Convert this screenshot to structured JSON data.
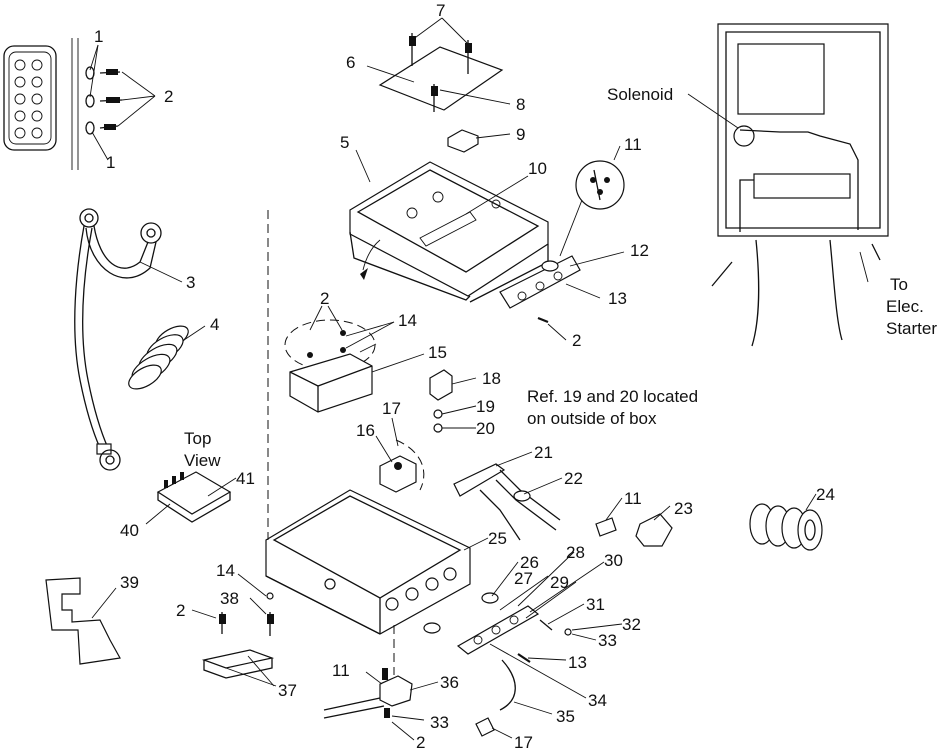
{
  "callouts": [
    "1",
    "2",
    "1",
    "3",
    "4",
    "5",
    "6",
    "7",
    "8",
    "9",
    "10",
    "11",
    "12",
    "13",
    "2",
    "2",
    "14",
    "15",
    "18",
    "19",
    "20",
    "17",
    "16",
    "21",
    "22",
    "11",
    "23",
    "24",
    "41",
    "40",
    "25",
    "26",
    "27",
    "28",
    "29",
    "30",
    "31",
    "32",
    "33",
    "13",
    "34",
    "35",
    "17",
    "2",
    "33",
    "36",
    "11",
    "37",
    "38",
    "14",
    "2",
    "39"
  ],
  "notes": {
    "solenoid": "Solenoid",
    "to_line1": "To",
    "to_line2": "Elec.",
    "to_line3": "Starter",
    "ref_line1": "Ref. 19 and 20 located",
    "ref_line2": "on outside of box",
    "top_line1": "Top",
    "top_line2": "View"
  }
}
